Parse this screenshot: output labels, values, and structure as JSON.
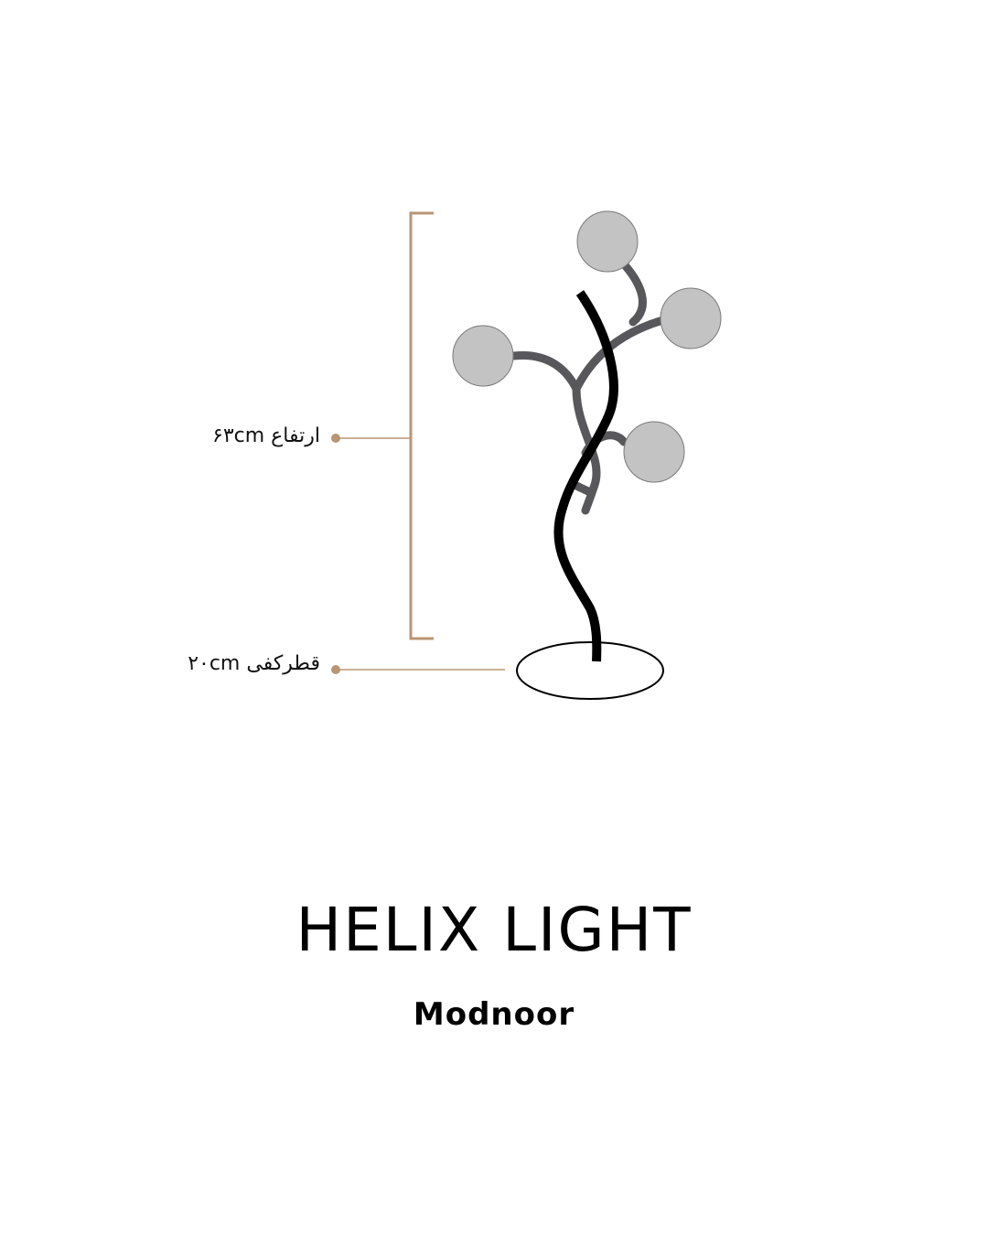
{
  "colors": {
    "accent": "#b89674",
    "stem": "#000000",
    "branch": "#58585c",
    "globe_fill": "#c4c3c3",
    "globe_stroke": "#7a7a7a",
    "text": "#000000"
  },
  "dimensions": {
    "height_label": "ارتفاع ۶۳cm",
    "diameter_label": "قطرکفی ۲۰cm"
  },
  "product": {
    "title": "HELIX LIGHT",
    "brand": "Modnoor"
  }
}
